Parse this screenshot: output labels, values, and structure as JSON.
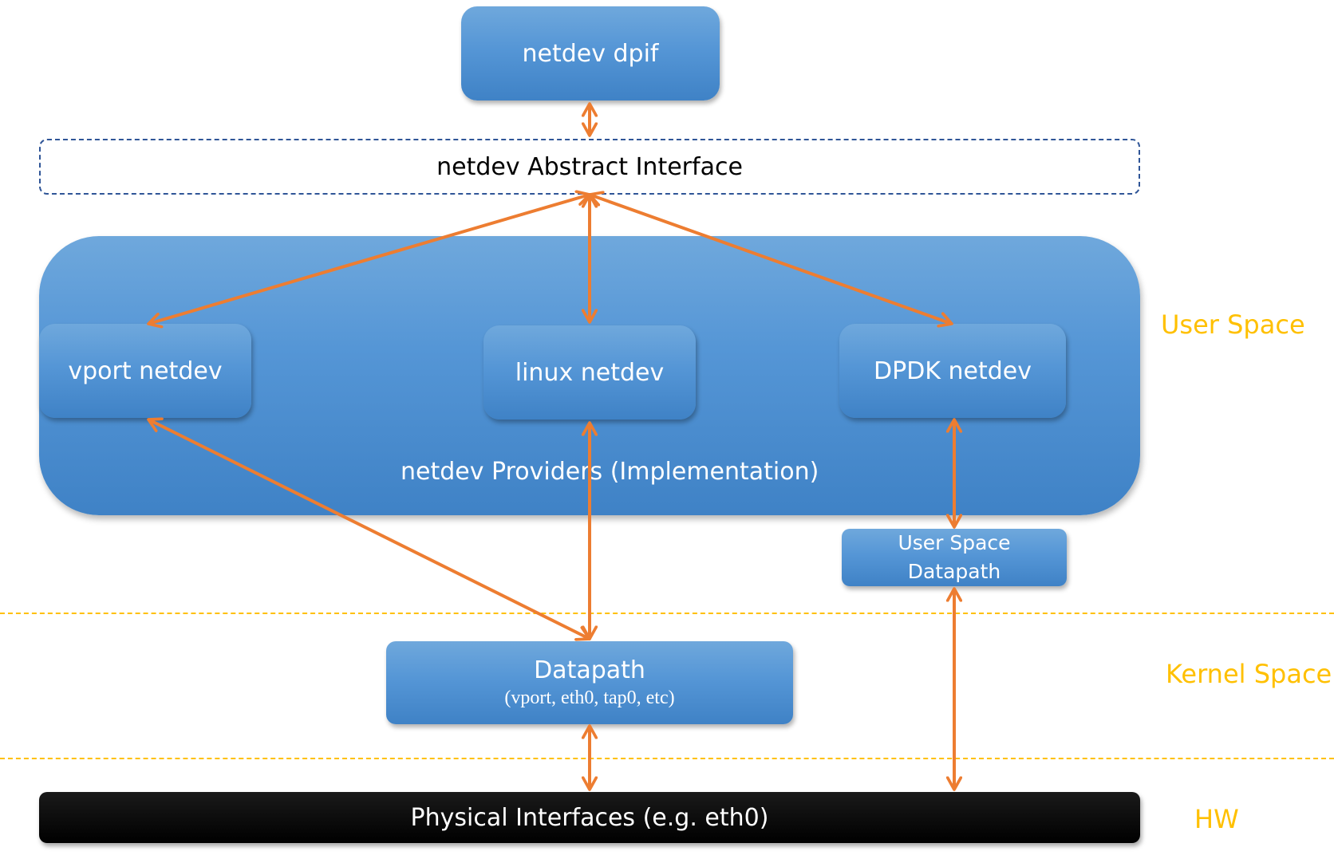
{
  "nodes": {
    "netdev_dpif": "netdev dpif",
    "abstract_interface": "netdev Abstract Interface",
    "providers_group": "netdev Providers (Implementation)",
    "vport_netdev": "vport netdev",
    "linux_netdev": "linux netdev",
    "dpdk_netdev": "DPDK netdev",
    "user_space_datapath_line1": "User Space",
    "user_space_datapath_line2": "Datapath",
    "datapath_title": "Datapath",
    "datapath_subtitle": "(vport, eth0, tap0, etc)",
    "physical_interfaces": "Physical Interfaces (e.g. eth0)"
  },
  "zones": {
    "user_space": "User Space",
    "kernel_space": "Kernel Space",
    "hw": "HW"
  },
  "colors": {
    "box_blue": "#5596d6",
    "arrow": "#ed7d31",
    "zone_label": "#ffc000",
    "abstract_border": "#2f5597",
    "physical_bg": "#000000"
  },
  "edges": [
    {
      "from": "netdev dpif",
      "to": "netdev Abstract Interface",
      "bidirectional": true
    },
    {
      "from": "netdev Abstract Interface",
      "to": "vport netdev",
      "bidirectional": true
    },
    {
      "from": "netdev Abstract Interface",
      "to": "linux netdev",
      "bidirectional": true
    },
    {
      "from": "netdev Abstract Interface",
      "to": "DPDK netdev",
      "bidirectional": true
    },
    {
      "from": "vport netdev",
      "to": "Datapath",
      "bidirectional": true
    },
    {
      "from": "linux netdev",
      "to": "Datapath",
      "bidirectional": true
    },
    {
      "from": "DPDK netdev",
      "to": "User Space Datapath",
      "bidirectional": true
    },
    {
      "from": "User Space Datapath",
      "to": "Physical Interfaces (e.g. eth0)",
      "bidirectional": true
    },
    {
      "from": "Datapath",
      "to": "Physical Interfaces (e.g. eth0)",
      "bidirectional": true
    }
  ]
}
